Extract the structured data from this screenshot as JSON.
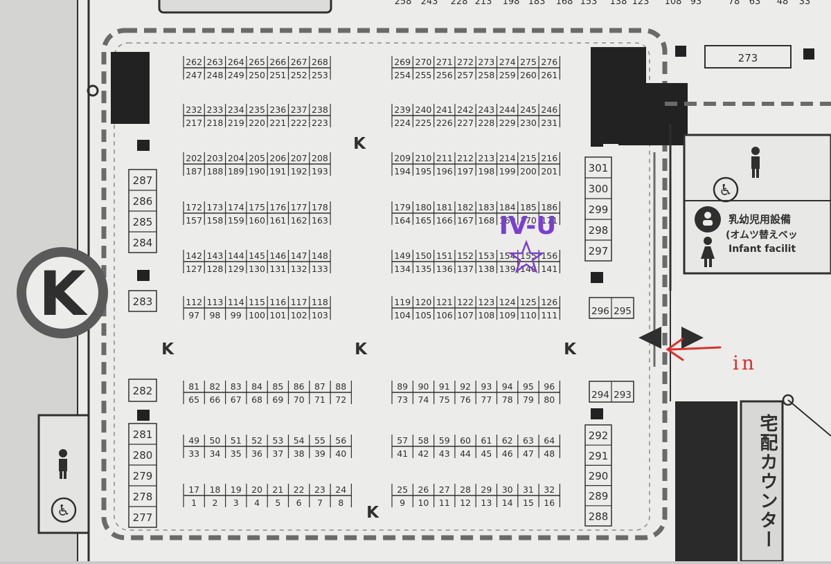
{
  "hall": {
    "big_marker": "K",
    "k_labels": [
      "K",
      "K",
      "K",
      "K",
      "K"
    ],
    "top_partial_numbers": [
      "258",
      "243",
      "228",
      "213",
      "198",
      "183",
      "168",
      "153",
      "138",
      "123",
      "108",
      "93",
      "78",
      "63",
      "48",
      "33"
    ],
    "annotation": {
      "circle_label": "IV-U",
      "arrow_label": "in"
    },
    "booth_blocks": [
      {
        "top": [
          "262",
          "263",
          "264",
          "265",
          "266",
          "267",
          "268"
        ],
        "bottom": [
          "247",
          "248",
          "249",
          "250",
          "251",
          "252",
          "253"
        ]
      },
      {
        "top": [
          "269",
          "270",
          "271",
          "272",
          "273",
          "274",
          "275",
          "276"
        ],
        "bottom": [
          "254",
          "255",
          "256",
          "257",
          "258",
          "259",
          "260",
          "261"
        ]
      },
      {
        "top": [
          "232",
          "233",
          "234",
          "235",
          "236",
          "237",
          "238"
        ],
        "bottom": [
          "217",
          "218",
          "219",
          "220",
          "221",
          "222",
          "223"
        ]
      },
      {
        "top": [
          "239",
          "240",
          "241",
          "242",
          "243",
          "244",
          "245",
          "246"
        ],
        "bottom": [
          "224",
          "225",
          "226",
          "227",
          "228",
          "229",
          "230",
          "231"
        ]
      },
      {
        "top": [
          "202",
          "203",
          "204",
          "205",
          "206",
          "207",
          "208"
        ],
        "bottom": [
          "187",
          "188",
          "189",
          "190",
          "191",
          "192",
          "193"
        ]
      },
      {
        "top": [
          "209",
          "210",
          "211",
          "212",
          "213",
          "214",
          "215",
          "216"
        ],
        "bottom": [
          "194",
          "195",
          "196",
          "197",
          "198",
          "199",
          "200",
          "201"
        ]
      },
      {
        "top": [
          "172",
          "173",
          "174",
          "175",
          "176",
          "177",
          "178"
        ],
        "bottom": [
          "157",
          "158",
          "159",
          "160",
          "161",
          "162",
          "163"
        ]
      },
      {
        "top": [
          "179",
          "180",
          "181",
          "182",
          "183",
          "184",
          "185",
          "186"
        ],
        "bottom": [
          "164",
          "165",
          "166",
          "167",
          "168",
          "169",
          "170",
          "171"
        ]
      },
      {
        "top": [
          "142",
          "143",
          "144",
          "145",
          "146",
          "147",
          "148"
        ],
        "bottom": [
          "127",
          "128",
          "129",
          "130",
          "131",
          "132",
          "133"
        ]
      },
      {
        "top": [
          "149",
          "150",
          "151",
          "152",
          "153",
          "154",
          "155",
          "156"
        ],
        "bottom": [
          "134",
          "135",
          "136",
          "137",
          "138",
          "139",
          "140",
          "141"
        ]
      },
      {
        "top": [
          "112",
          "113",
          "114",
          "115",
          "116",
          "117",
          "118"
        ],
        "bottom": [
          "97",
          "98",
          "99",
          "100",
          "101",
          "102",
          "103"
        ]
      },
      {
        "top": [
          "119",
          "120",
          "121",
          "122",
          "123",
          "124",
          "125",
          "126"
        ],
        "bottom": [
          "104",
          "105",
          "106",
          "107",
          "108",
          "109",
          "110",
          "111"
        ]
      },
      {
        "top": [
          "81",
          "82",
          "83",
          "84",
          "85",
          "86",
          "87",
          "88"
        ],
        "bottom": [
          "65",
          "66",
          "67",
          "68",
          "69",
          "70",
          "71",
          "72"
        ]
      },
      {
        "top": [
          "89",
          "90",
          "91",
          "92",
          "93",
          "94",
          "95",
          "96"
        ],
        "bottom": [
          "73",
          "74",
          "75",
          "76",
          "77",
          "78",
          "79",
          "80"
        ]
      },
      {
        "top": [
          "49",
          "50",
          "51",
          "52",
          "53",
          "54",
          "55",
          "56"
        ],
        "bottom": [
          "33",
          "34",
          "35",
          "36",
          "37",
          "38",
          "39",
          "40"
        ]
      },
      {
        "top": [
          "57",
          "58",
          "59",
          "60",
          "61",
          "62",
          "63",
          "64"
        ],
        "bottom": [
          "41",
          "42",
          "43",
          "44",
          "45",
          "46",
          "47",
          "48"
        ]
      },
      {
        "top": [
          "17",
          "18",
          "19",
          "20",
          "21",
          "22",
          "23",
          "24"
        ],
        "bottom": [
          "1",
          "2",
          "3",
          "4",
          "5",
          "6",
          "7",
          "8"
        ]
      },
      {
        "top": [
          "25",
          "26",
          "27",
          "28",
          "29",
          "30",
          "31",
          "32"
        ],
        "bottom": [
          "9",
          "10",
          "11",
          "12",
          "13",
          "14",
          "15",
          "16"
        ]
      }
    ],
    "left_wall_booths": [
      [
        "287",
        "286",
        "285",
        "284"
      ],
      [
        "283"
      ],
      [
        "282"
      ],
      [
        "281",
        "280",
        "279",
        "278",
        "277"
      ]
    ],
    "right_wall_booths": [
      [
        "301",
        "300",
        "299",
        "298",
        "297"
      ],
      [
        "296",
        "295"
      ],
      [
        "294",
        "293"
      ],
      [
        "292",
        "291",
        "290",
        "289",
        "288"
      ]
    ],
    "top_right_booth": "273"
  },
  "facilities": {
    "nursing_room_jp": "乳幼児用設備",
    "nursing_room_sub": "(オムツ替えベッ",
    "nursing_room_en": "Infant facilit",
    "delivery_counter": "宅配カウンター"
  },
  "colors": {
    "paper": "#ececea",
    "ink": "#2f2f2f",
    "dark_block": "#222222",
    "dash": "#6a6a6a",
    "annotation_purple": "#7a3fd0",
    "annotation_red": "#d9302a"
  }
}
